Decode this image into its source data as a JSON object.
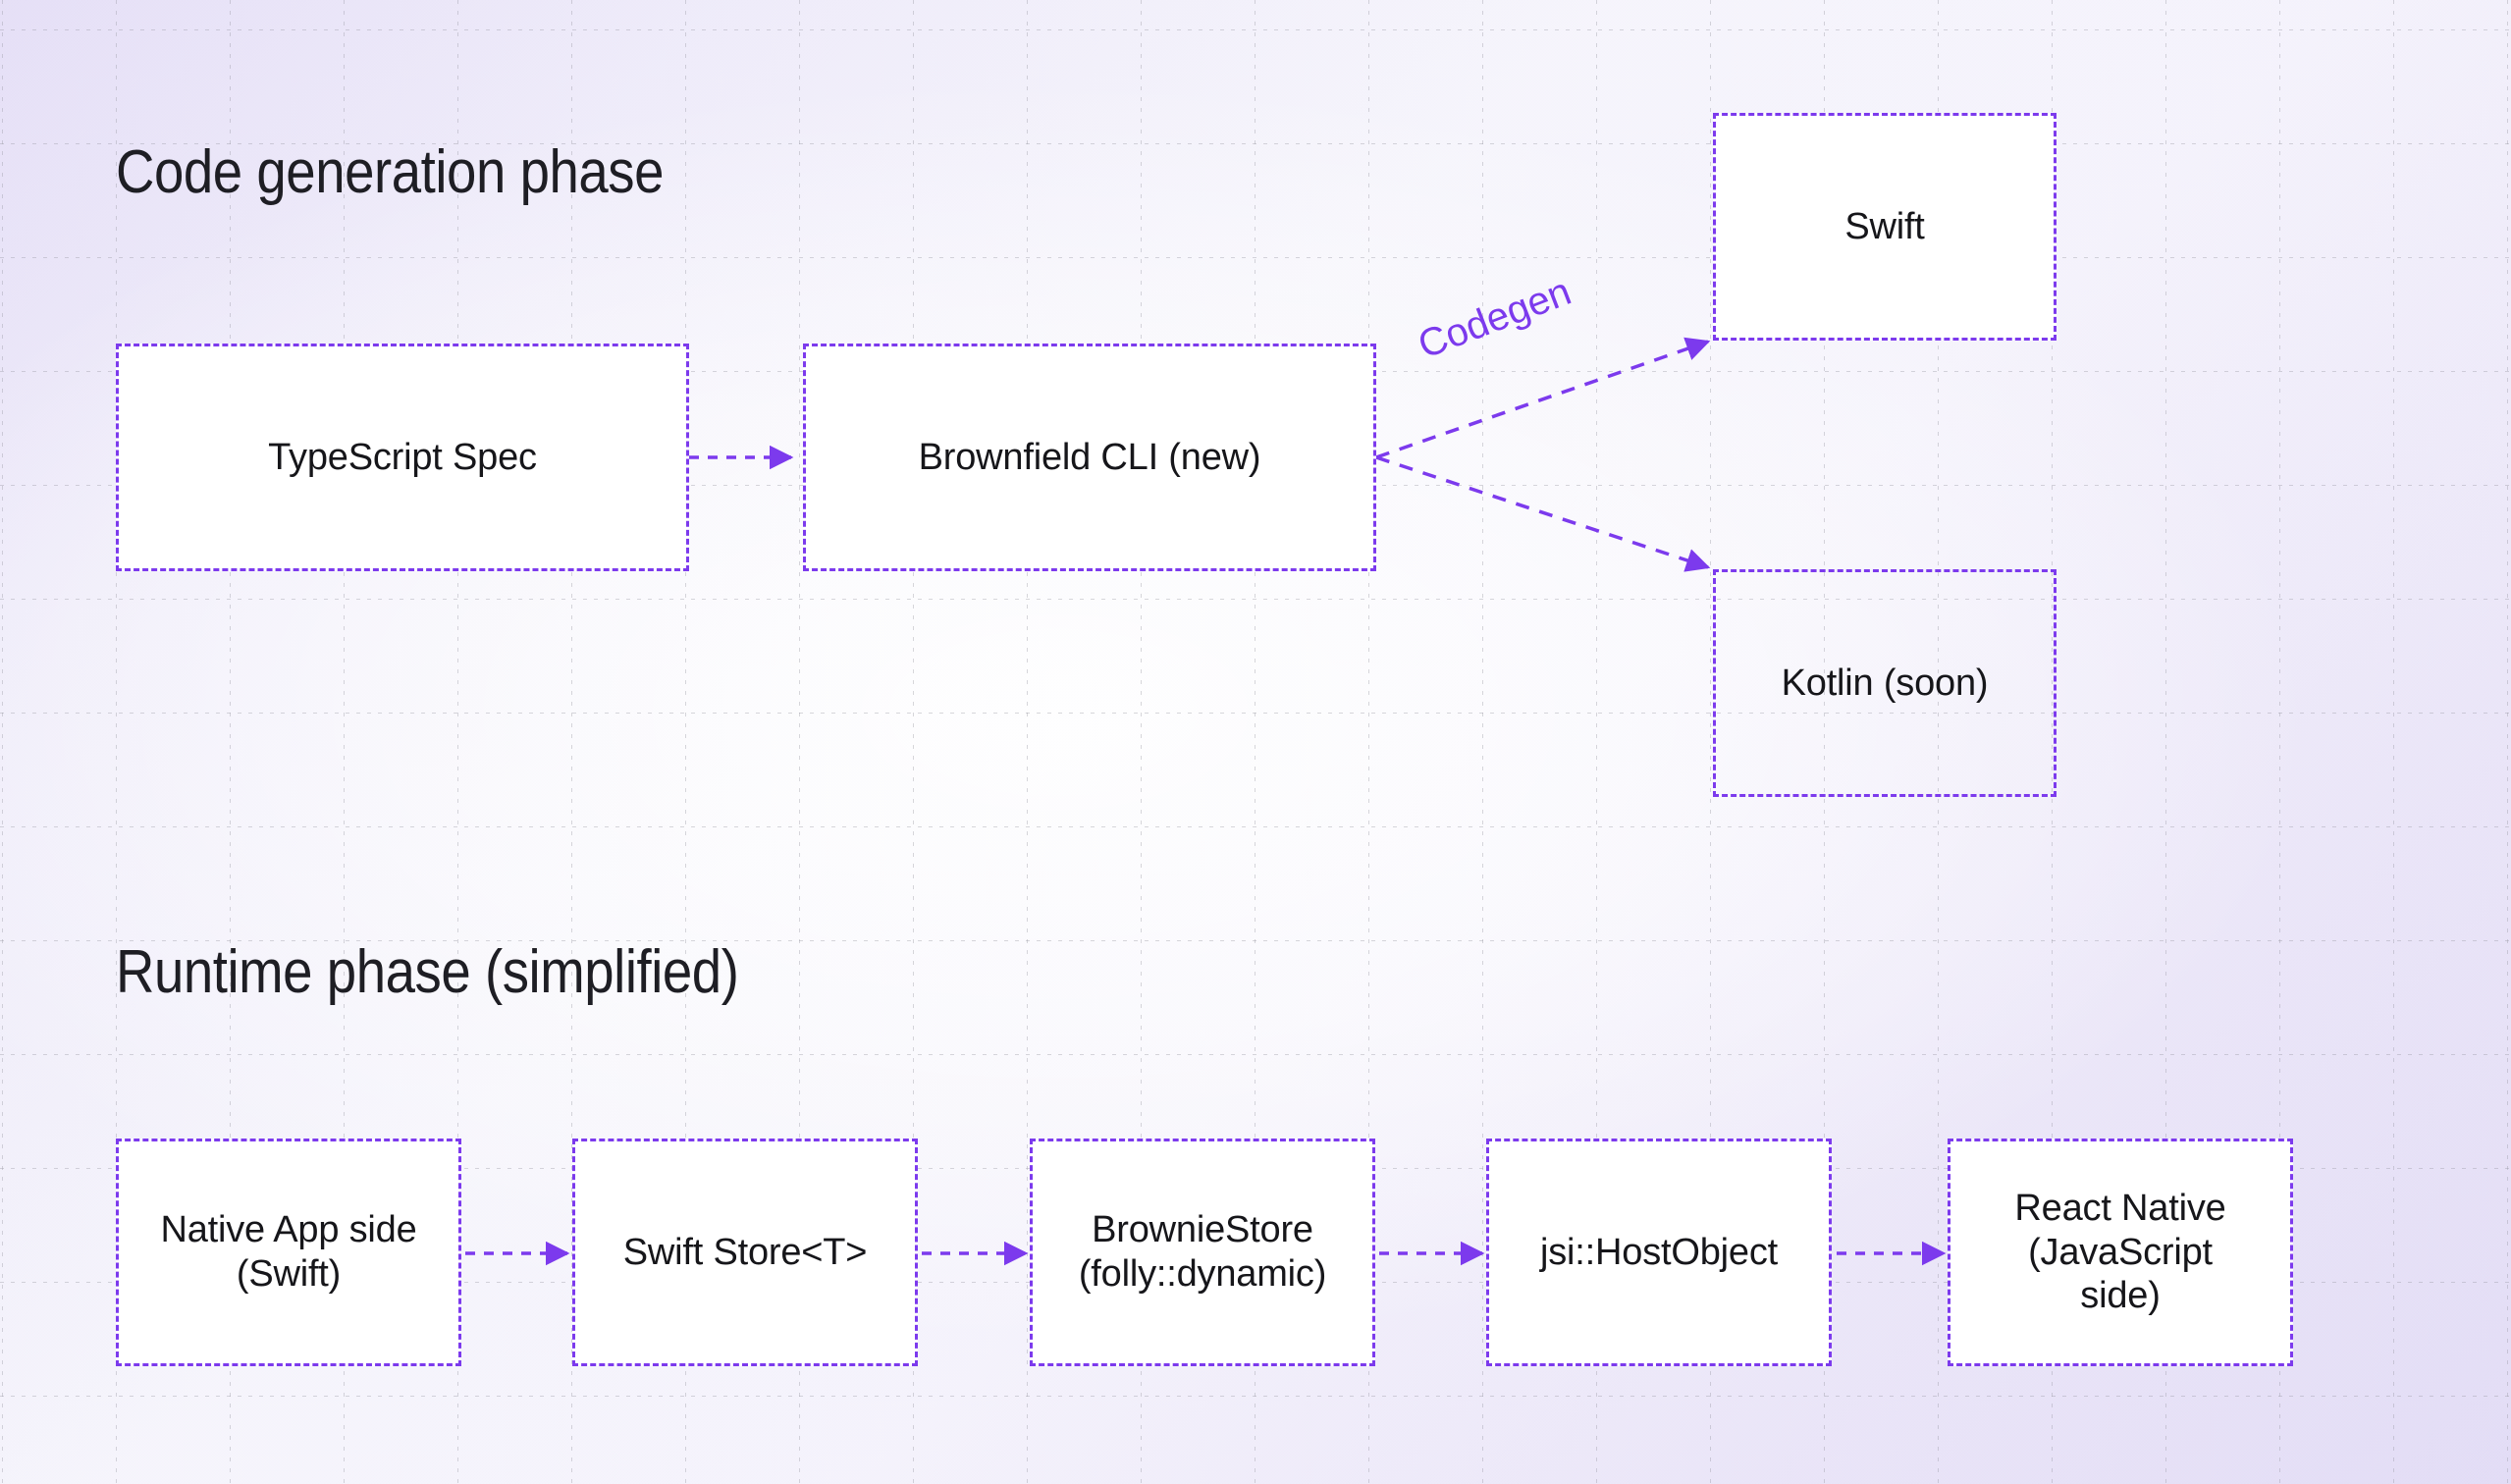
{
  "sections": [
    {
      "id": "codegen",
      "title": "Code generation phase"
    },
    {
      "id": "runtime",
      "title": "Runtime phase (simplified)"
    }
  ],
  "colors": {
    "accent": "#7c3aed",
    "node_fill": "#ffffff",
    "text": "#16161a",
    "background_light": "#f6f5fc",
    "background_lavender": "#e3ddf6",
    "grid_line": "#96969f"
  },
  "codegen_phase": {
    "nodes": [
      {
        "id": "ts-spec",
        "label": "TypeScript Spec",
        "fill": "filled"
      },
      {
        "id": "cli",
        "label": "Brownfield CLI (new)",
        "fill": "filled"
      },
      {
        "id": "swift",
        "label": "Swift",
        "fill": "filled"
      },
      {
        "id": "kotlin",
        "label": "Kotlin (soon)",
        "fill": "hollow"
      }
    ],
    "edges": [
      {
        "from": "ts-spec",
        "to": "cli",
        "label": ""
      },
      {
        "from": "cli",
        "to": "swift",
        "label": "Codegen"
      },
      {
        "from": "cli",
        "to": "kotlin",
        "label": ""
      }
    ],
    "edge_label": "Codegen"
  },
  "runtime_phase": {
    "nodes": [
      {
        "id": "native-app",
        "label": "Native App side\n(Swift)",
        "fill": "filled"
      },
      {
        "id": "swift-store",
        "label": "Swift Store<T>",
        "fill": "filled"
      },
      {
        "id": "brownie-store",
        "label": "BrownieStore\n(folly::dynamic)",
        "fill": "filled"
      },
      {
        "id": "host-object",
        "label": "jsi::HostObject",
        "fill": "filled"
      },
      {
        "id": "react-native",
        "label": "React Native\n(JavaScript\nside)",
        "fill": "filled"
      }
    ],
    "edges": [
      {
        "from": "native-app",
        "to": "swift-store"
      },
      {
        "from": "swift-store",
        "to": "brownie-store"
      },
      {
        "from": "brownie-store",
        "to": "host-object"
      },
      {
        "from": "host-object",
        "to": "react-native"
      }
    ]
  }
}
